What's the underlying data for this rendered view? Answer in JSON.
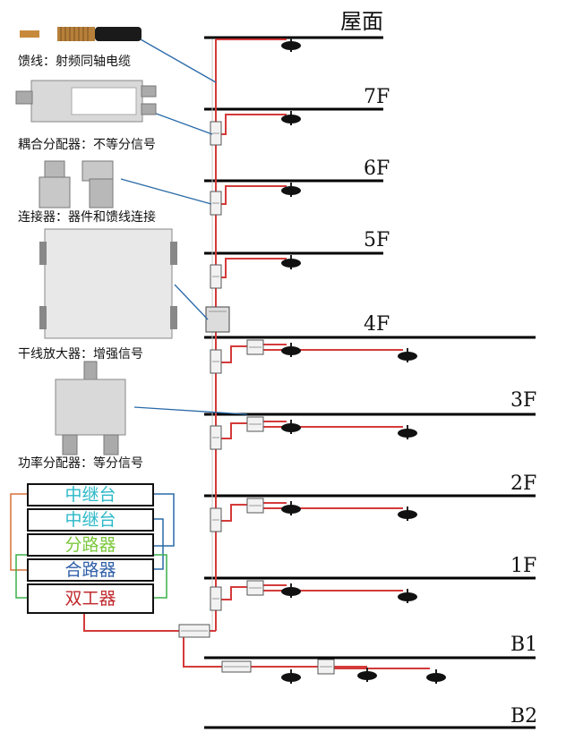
{
  "floors": [
    {
      "id": "roof",
      "label": "屋面"
    },
    {
      "id": "7f",
      "label": "7F"
    },
    {
      "id": "6f",
      "label": "6F"
    },
    {
      "id": "5f",
      "label": "5F"
    },
    {
      "id": "4f",
      "label": "4F"
    },
    {
      "id": "3f",
      "label": "3F"
    },
    {
      "id": "2f",
      "label": "2F"
    },
    {
      "id": "1f",
      "label": "1F"
    },
    {
      "id": "b1",
      "label": "B1"
    },
    {
      "id": "b2",
      "label": "B2"
    }
  ],
  "components": [
    {
      "id": "feeder",
      "caption": "馈线：射频同轴电缆"
    },
    {
      "id": "coupler",
      "caption": "耦合分配器：不等分信号"
    },
    {
      "id": "connector",
      "caption": "连接器：器件和馈线连接"
    },
    {
      "id": "amplifier",
      "caption": "干线放大器：增强信号"
    },
    {
      "id": "splitter",
      "caption": "功率分配器：等分信号"
    }
  ],
  "system_boxes": [
    {
      "id": "repeater-1",
      "label": "中继台",
      "color": "#2bb8c8"
    },
    {
      "id": "repeater-2",
      "label": "中继台",
      "color": "#2bb8c8"
    },
    {
      "id": "divider",
      "label": "分路器",
      "color": "#7cc83c"
    },
    {
      "id": "combiner",
      "label": "合路器",
      "color": "#2f5fa8"
    },
    {
      "id": "duplexer",
      "label": "双工器",
      "color": "#c0282c"
    }
  ],
  "colors": {
    "trunk_cable": "#d43a3a",
    "pointer_line": "#2a6aa8",
    "floor_line": "#000000",
    "loop_orange": "#d8703a",
    "loop_blue": "#2a6aa8",
    "loop_green": "#3cb04a"
  }
}
